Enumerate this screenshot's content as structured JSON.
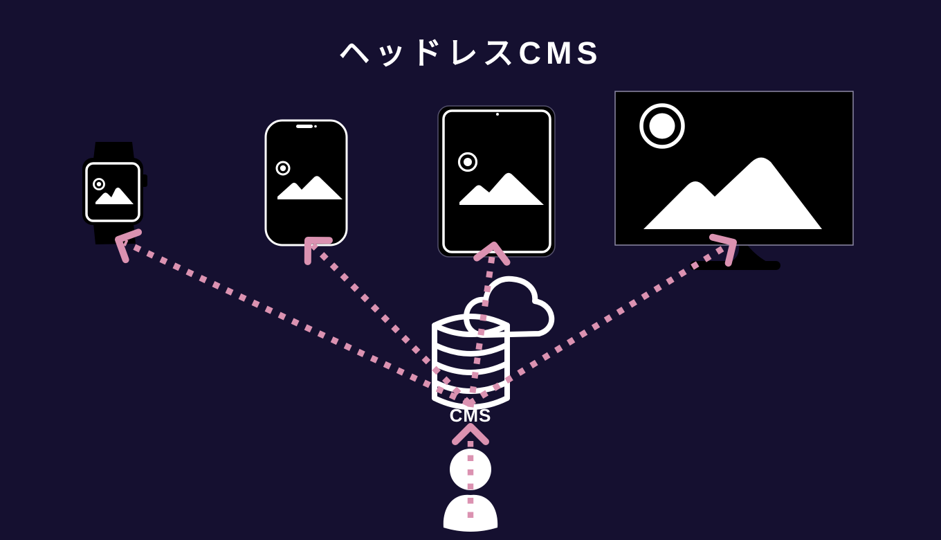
{
  "title": "ヘッドレスCMS",
  "cms": {
    "label": "CMS"
  },
  "colors": {
    "background": "#151030",
    "accent_pink": "#DB92B1",
    "device_black": "#000000",
    "icon_white": "#FFFFFF"
  },
  "icons": [
    "smartwatch-icon",
    "smartphone-icon",
    "tablet-icon",
    "tv-icon",
    "cloud-icon",
    "database-icon",
    "image-placeholder-icon",
    "user-icon",
    "arrow-chevron-icon"
  ],
  "diagram": {
    "source_label": "CMS",
    "target_devices": [
      "smartwatch",
      "smartphone",
      "tablet",
      "tv"
    ],
    "actor": "user"
  }
}
